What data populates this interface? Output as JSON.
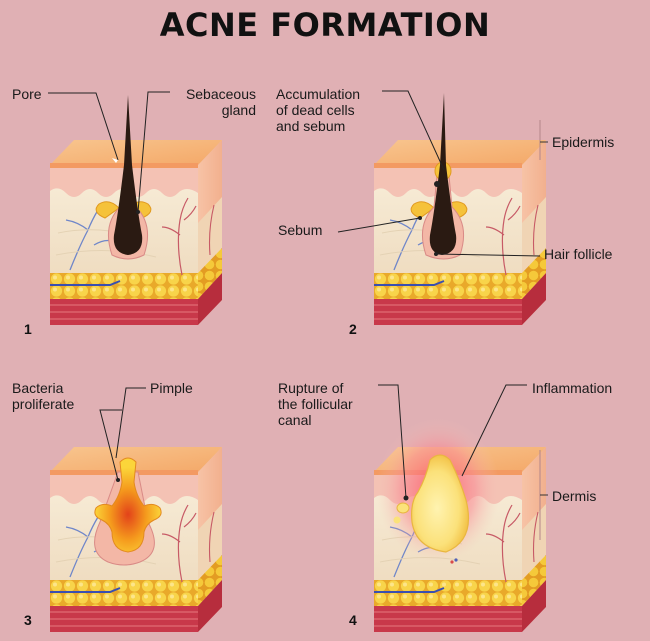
{
  "title": "ACNE FORMATION",
  "panels": [
    {
      "number": "1",
      "labels": [
        "Pore",
        "Sebaceous gland"
      ]
    },
    {
      "number": "2",
      "labels": [
        "Accumulation of dead cells and sebum",
        "Sebum",
        "Hair follicle"
      ]
    },
    {
      "number": "3",
      "labels": [
        "Bacteria proliferate",
        "Pimple"
      ]
    },
    {
      "number": "4",
      "labels": [
        "Rupture of the follicular canal",
        "Inflammation"
      ]
    }
  ],
  "layers": {
    "epidermis": "Epidermis",
    "dermis": "Dermis"
  },
  "text": {
    "pore": "Pore",
    "sebaceous_1": "Sebaceous",
    "sebaceous_2": "gland",
    "accum_1": "Accumulation",
    "accum_2": "of dead cells",
    "accum_3": "and sebum",
    "sebum": "Sebum",
    "hair_follicle": "Hair follicle",
    "bacteria_1": "Bacteria",
    "bacteria_2": "proliferate",
    "pimple": "Pimple",
    "rupture_1": "Rupture of",
    "rupture_2": "the follicular",
    "rupture_3": "canal",
    "inflammation": "Inflammation"
  },
  "colors": {
    "background": "#e0b0b4",
    "top_surface": "#f7b57a",
    "epidermis": "#f4c6b8",
    "dermis": "#f4e6cf",
    "fat": "#f6cf3f",
    "muscle": "#c8384a",
    "hair": "#2a1a12",
    "sebum": "#f5c23a",
    "pimple_core": "#e96a1a",
    "inflammation": "#f39aa0"
  }
}
